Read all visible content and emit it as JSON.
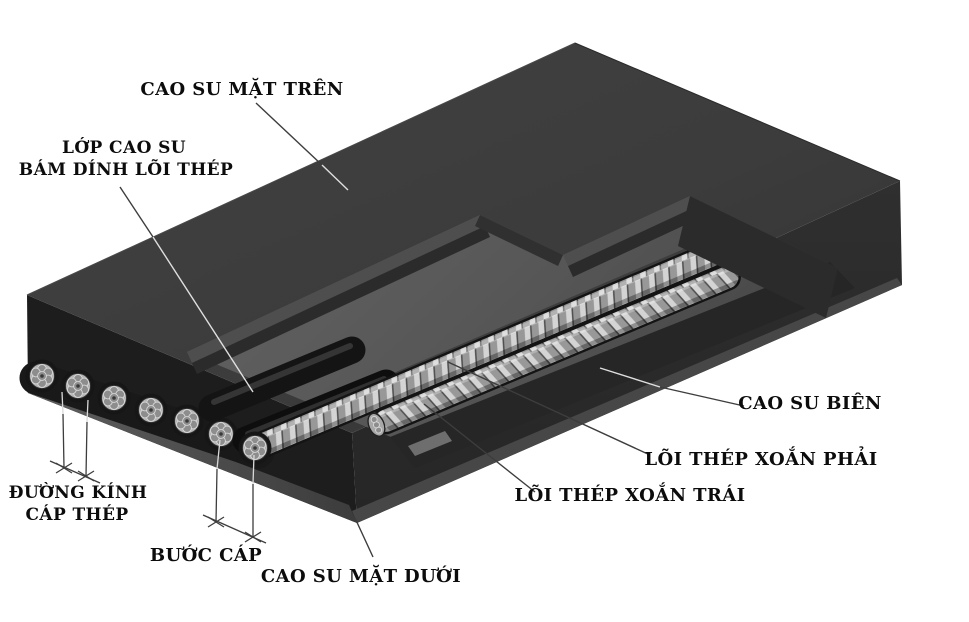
{
  "figure": {
    "type": "technical-diagram",
    "subject": "Cau tao bang tai loi thep (steel cord conveyor belt cut-away)",
    "language": "Vietnamese"
  },
  "colors": {
    "background": "#ffffff",
    "text": "#0c0c0c",
    "leader_line": "#3d3d3d",
    "top_face": "#3e3e3e",
    "right_face": "#2c2c2c",
    "front_face": "#1d1d1d",
    "recess_floor": "#5c5c5c",
    "recess_shelf": "#4e4e4e",
    "recess_wall": "#2b2b2b",
    "edge_rubber_band": "#262626",
    "bottom_face": "#565656",
    "cable_steel_light": "#d4d4d4",
    "cable_steel_base": "#989898",
    "black_cord": "#121212",
    "cord_socket": "#161616",
    "cord_steel": "#b4b4b4"
  },
  "labels": {
    "top_cover": {
      "text": "CAO SU MẶT TRÊN"
    },
    "bonding_layer": {
      "line1": "LỚP CAO SU",
      "line2": "BÁM DÍNH LÕI THÉP"
    },
    "edge_rubber": {
      "text": "CAO SU BIÊN"
    },
    "cord_right_twist": {
      "text": "LÕI THÉP XOẮN PHẢI"
    },
    "cord_left_twist": {
      "text": "LÕI THÉP XOẮN TRÁI"
    },
    "cable_diameter": {
      "line1": "ĐƯỜNG KÍNH",
      "line2": "CÁP THÉP"
    },
    "cable_pitch": {
      "text": "BƯỚC CÁP"
    },
    "bottom_cover": {
      "text": "CAO SU MẶT DƯỚI"
    }
  }
}
